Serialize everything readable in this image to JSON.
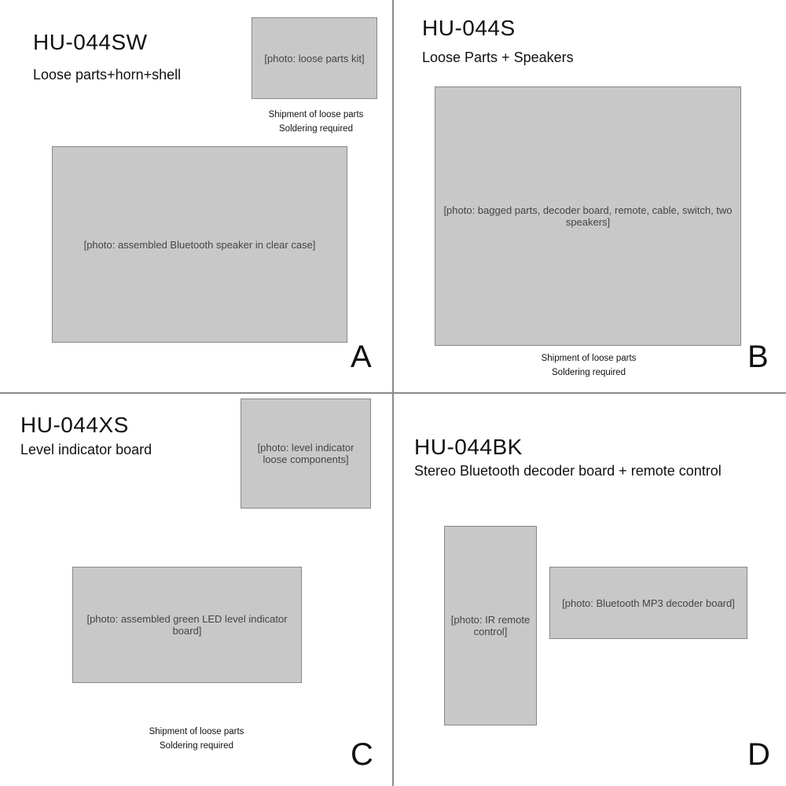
{
  "panels": [
    {
      "model": "HU-044SW",
      "description": "Loose parts+horn+shell",
      "shipment_line1": "Shipment of loose parts",
      "shipment_line2": "Soldering required",
      "letter": "A"
    },
    {
      "model": "HU-044S",
      "description": "Loose Parts + Speakers",
      "shipment_line1": "Shipment of loose parts",
      "shipment_line2": "Soldering required",
      "letter": "B"
    },
    {
      "model": "HU-044XS",
      "description": "Level indicator board",
      "shipment_line1": "Shipment of loose parts",
      "shipment_line2": "Soldering required",
      "letter": "C"
    },
    {
      "model": "HU-044BK",
      "description": "Stereo Bluetooth decoder board + remote control",
      "letter": "D"
    }
  ]
}
